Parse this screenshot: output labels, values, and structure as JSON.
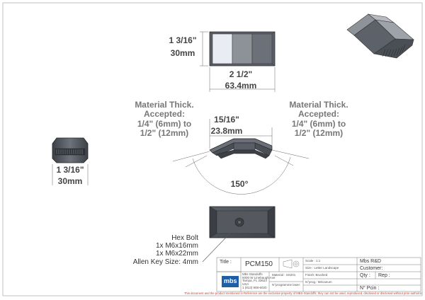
{
  "dimensions": {
    "top_height_imperial": "1 3/16\"",
    "top_height_metric": "30mm",
    "top_length_imperial": "2 1/2\"",
    "top_length_metric": "63.4mm",
    "center_width_imperial": "15/16\"",
    "center_width_metric": "23.8mm",
    "side_height_imperial": "1 3/16\"",
    "side_height_metric": "30mm",
    "angle": "150°"
  },
  "notes": {
    "material_left": [
      "Material Thick.",
      "Accepted:",
      "1/4\" (6mm) to",
      "1/2\" (12mm)"
    ],
    "material_right": [
      "Material Thick.",
      "Accepted:",
      "1/4\" (6mm) to",
      "1/2\" (12mm)"
    ],
    "hex_bolt": [
      "Hex Bolt",
      "1x M6x16mm",
      "1x M6x22mm",
      "Allen Key Size: 4mm"
    ]
  },
  "title_block": {
    "title_label": "Title :",
    "title_value": "PCM150",
    "scale": "Scale : 1:1",
    "size": "Size : Letter Landscape",
    "finish": "Finish: Brushed",
    "prog": "N°prog.: Mécanum",
    "mbs": "Mbs R&D",
    "customer": "Customer:",
    "qty": "Qty :",
    "rep": "Rep :",
    "part_no": "N° Pcin :",
    "material": "Material : SS201",
    "prog_laser": "N°programme laser:",
    "company_lines": [
      "Mbs Standoffs",
      "5000 W Linebaugh Ave",
      "Tampa, FL 33624",
      "USA",
      "1 (813) 908-6020"
    ],
    "logo_text": "mbs"
  },
  "disclaimer": "This document and the product mentioned in Reference are the exclusive property of MBS-Standoffs; they can not be used, reproduced, disclosed or disclosed without prior authorization",
  "colors": {
    "metal_dark": "#4a4e55",
    "metal_mid": "#7d828a",
    "metal_light": "#b7bbc1",
    "dim_line": "#666666",
    "disclaimer_red": "#d23a2a",
    "logo_blue": "#1f5fa8"
  }
}
